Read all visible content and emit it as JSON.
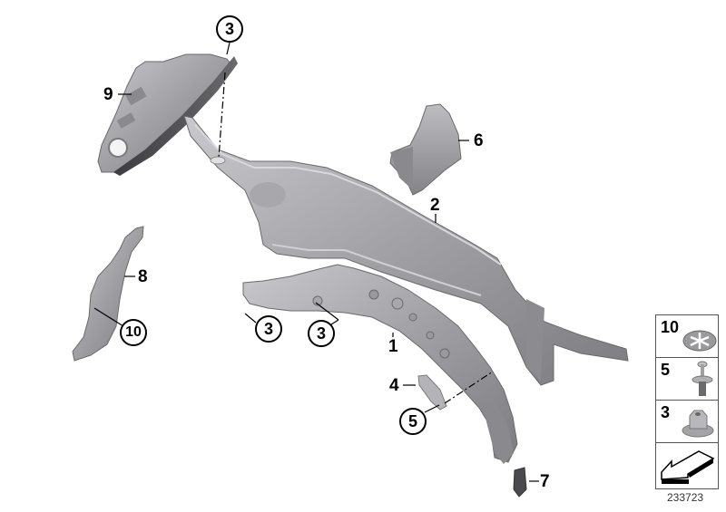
{
  "diagram": {
    "id": "233723",
    "callouts": [
      {
        "key": "c3_top",
        "label": "3",
        "style": "circled"
      },
      {
        "key": "c9",
        "label": "9",
        "style": "plain"
      },
      {
        "key": "c6",
        "label": "6",
        "style": "plain"
      },
      {
        "key": "c2",
        "label": "2",
        "style": "plain"
      },
      {
        "key": "c8",
        "label": "8",
        "style": "plain"
      },
      {
        "key": "c10",
        "label": "10",
        "style": "circled"
      },
      {
        "key": "c3_left",
        "label": "3",
        "style": "circled"
      },
      {
        "key": "c3_mid",
        "label": "3",
        "style": "circled"
      },
      {
        "key": "c1",
        "label": "1",
        "style": "plain"
      },
      {
        "key": "c4",
        "label": "4",
        "style": "plain"
      },
      {
        "key": "c5",
        "label": "5",
        "style": "circled"
      },
      {
        "key": "c7",
        "label": "7",
        "style": "plain"
      }
    ],
    "labels": {
      "c3_top": "3",
      "c9": "9",
      "c6": "6",
      "c2": "2",
      "c8": "8",
      "c10": "10",
      "c3_left": "3",
      "c3_mid": "3",
      "c1": "1",
      "c4": "4",
      "c5": "5",
      "c7": "7"
    },
    "legend": [
      {
        "number": "10",
        "icon": "clip-nut-icon"
      },
      {
        "number": "5",
        "icon": "expanding-rivet-icon"
      },
      {
        "number": "3",
        "icon": "hex-collar-nut-icon"
      },
      {
        "number": "",
        "icon": "direction-arrow-icon"
      }
    ],
    "colors": {
      "part_light": "#b8b8bc",
      "part_mid": "#9a9a9e",
      "part_dark": "#6e6e72",
      "part_shadow": "#505054",
      "line": "#000000"
    }
  }
}
